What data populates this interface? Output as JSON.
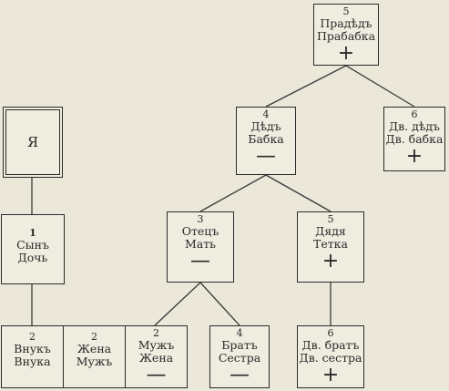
{
  "nodes": {
    "ya": {
      "label": "Я"
    },
    "praded": {
      "num": "5",
      "line1": "Прадѣдъ",
      "line2": "Прабабка",
      "sign": "+"
    },
    "ded": {
      "num": "4",
      "line1": "Дѣдъ",
      "line2": "Бабка",
      "sign": "—"
    },
    "dv_ded": {
      "num": "6",
      "line1": "Дв. дѣдъ",
      "line2": "Дв. бабка",
      "sign": "+"
    },
    "syn": {
      "num": "1",
      "line1": "Сынъ",
      "line2": "Дочь"
    },
    "otec": {
      "num": "3",
      "line1": "Отецъ",
      "line2": "Мать",
      "sign": "—"
    },
    "dyadya": {
      "num": "5",
      "line1": "Дядя",
      "line2": "Тетка",
      "sign": "+"
    },
    "vnuk": {
      "num": "2",
      "line1": "Внукъ",
      "line2": "Внука"
    },
    "zhena": {
      "num": "2",
      "line1": "Жена",
      "line2": "Мужъ"
    },
    "muzh": {
      "num": "2",
      "line1": "Мужъ",
      "line2": "Жена",
      "sign": "—"
    },
    "brat": {
      "num": "4",
      "line1": "Братъ",
      "line2": "Сестра",
      "sign": "—"
    },
    "dv_brat": {
      "num": "6",
      "line1": "Дв. братъ",
      "line2": "Дв. сестра",
      "sign": "+"
    }
  }
}
